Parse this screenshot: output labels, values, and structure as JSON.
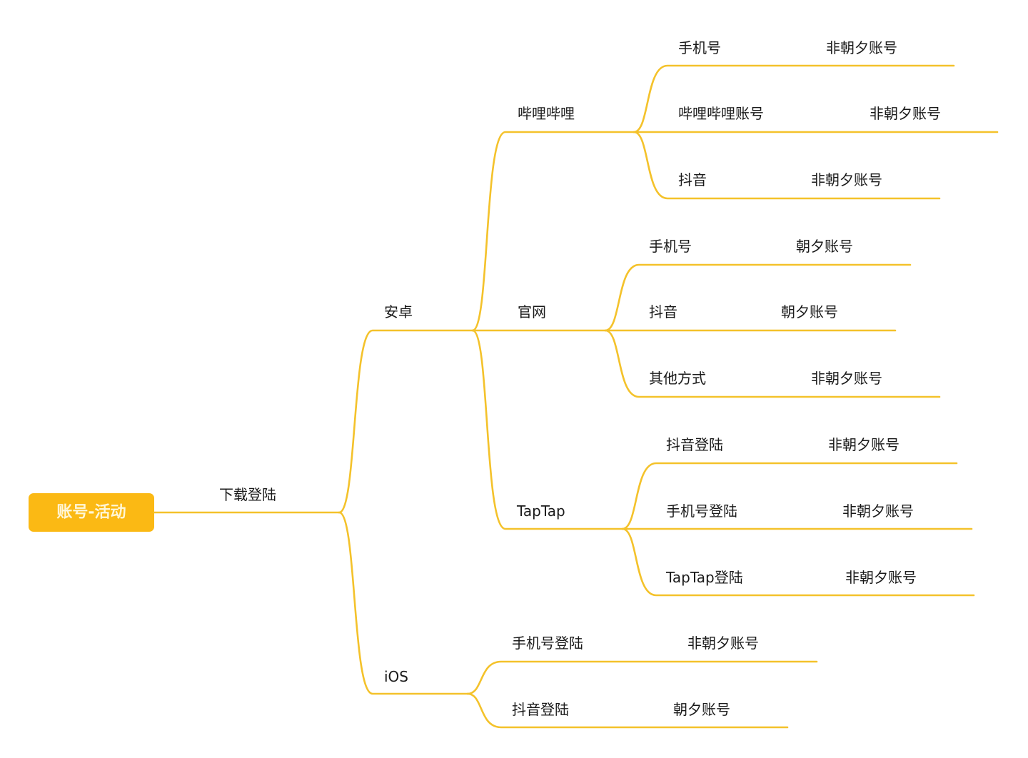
{
  "root": {
    "label": "账号-活动"
  },
  "branch": {
    "label": "下载登陆"
  },
  "android": {
    "label": "安卓",
    "bilibili": {
      "label": "哔哩哔哩",
      "children": [
        {
          "method": "手机号",
          "account": "非朝夕账号"
        },
        {
          "method": "哔哩哔哩账号",
          "account": "非朝夕账号"
        },
        {
          "method": "抖音",
          "account": "非朝夕账号"
        }
      ]
    },
    "official": {
      "label": "官网",
      "children": [
        {
          "method": "手机号",
          "account": "朝夕账号"
        },
        {
          "method": "抖音",
          "account": "朝夕账号"
        },
        {
          "method": "其他方式",
          "account": "非朝夕账号"
        }
      ]
    },
    "taptap": {
      "label": "TapTap",
      "children": [
        {
          "method": "抖音登陆",
          "account": "非朝夕账号"
        },
        {
          "method": "手机号登陆",
          "account": "非朝夕账号"
        },
        {
          "method": "TapTap登陆",
          "account": "非朝夕账号"
        }
      ]
    }
  },
  "ios": {
    "label": "iOS",
    "children": [
      {
        "method": "手机号登陆",
        "account": "非朝夕账号"
      },
      {
        "method": "抖音登陆",
        "account": "朝夕账号"
      }
    ]
  },
  "colors": {
    "line": "#f4c22b",
    "root_fill": "#fbb914",
    "root_text": "#fff6d6",
    "label": "#1a1a1a"
  }
}
